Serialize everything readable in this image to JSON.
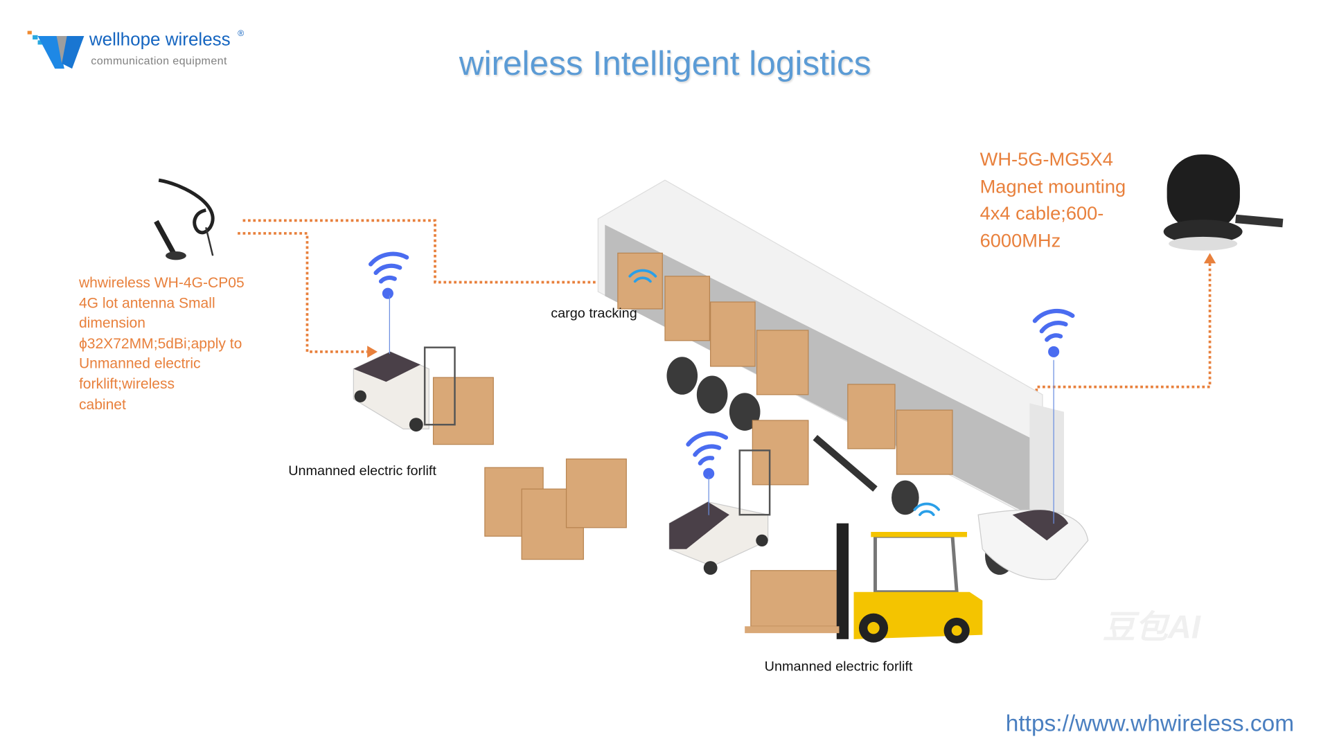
{
  "logo": {
    "name": "wellhope wireless",
    "registered": "®",
    "tagline": "communication equipment"
  },
  "title": "wireless Intelligent logistics",
  "left_antenna": {
    "lines": [
      "whwireless WH-4G-CP05",
      "4G lot antenna Small",
      "dimension",
      "ϕ32X72MM;5dBi;apply to",
      "Unmanned electric",
      "forklift;wireless",
      "cabinet"
    ]
  },
  "right_antenna": {
    "lines": [
      "WH-5G-MG5X4",
      "Magnet mounting",
      "4x4 cable;600-",
      "6000MHz"
    ]
  },
  "labels": {
    "cargo_tracking": "cargo tracking",
    "forklift_left": "Unmanned electric forlift",
    "forklift_bottom": "Unmanned electric forlift"
  },
  "footer_url": "https://www.whwireless.com",
  "watermark": "豆包AI",
  "colors": {
    "accent_orange": "#e8803c",
    "title_blue": "#5b9bd5",
    "logo_blue": "#1565c0",
    "wifi_blue": "#4a6cf0"
  }
}
